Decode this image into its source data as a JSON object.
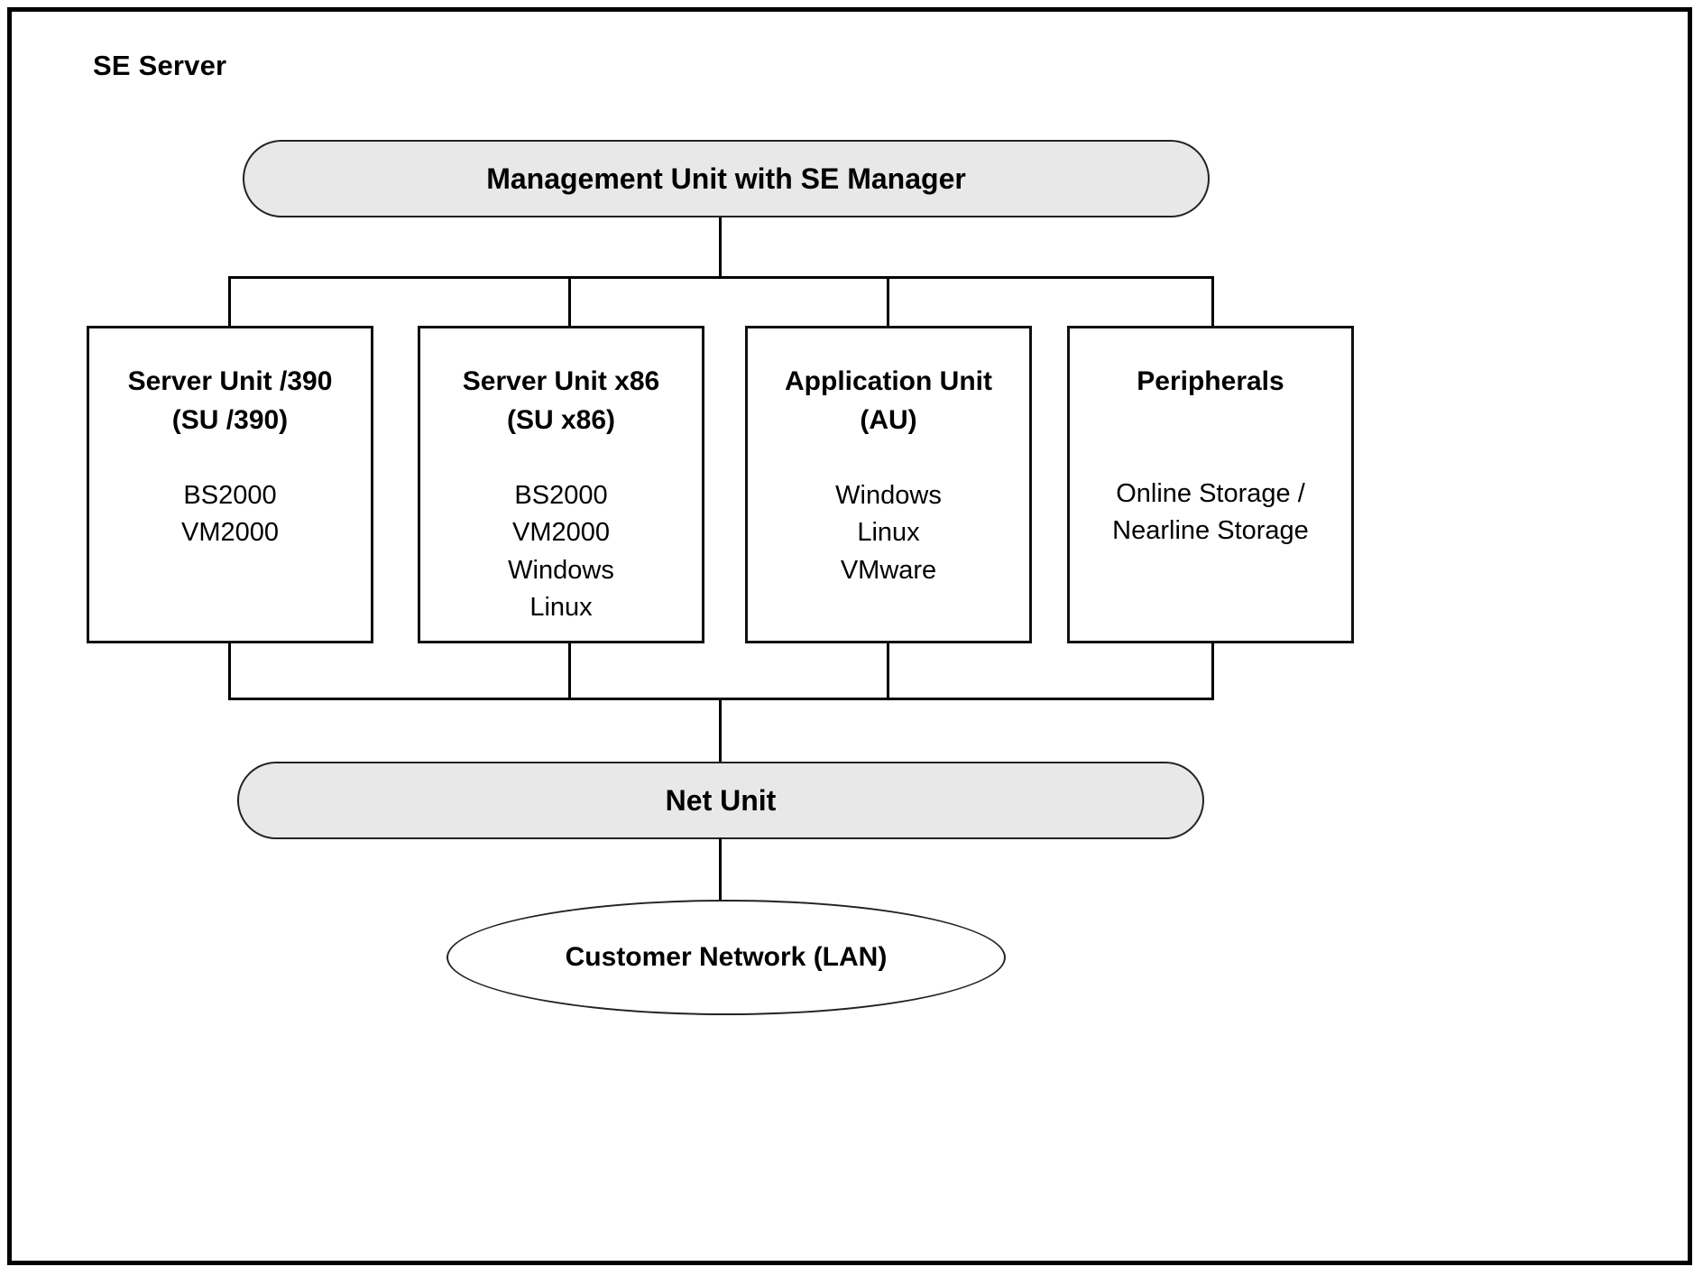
{
  "diagram": {
    "title": "SE Server",
    "type": "block-diagram",
    "nodes": {
      "management_unit": {
        "label": "Management Unit with SE Manager",
        "shape": "rounded-rectangle"
      },
      "net_unit": {
        "label": "Net Unit",
        "shape": "rounded-rectangle"
      },
      "customer_network": {
        "label": "Customer Network (LAN)",
        "shape": "ellipse"
      }
    },
    "units": [
      {
        "id": "su390",
        "title_line1": "Server Unit /390",
        "title_line2": "(SU /390)",
        "items": [
          "BS2000",
          "VM2000"
        ]
      },
      {
        "id": "sux86",
        "title_line1": "Server Unit x86",
        "title_line2": "(SU x86)",
        "items": [
          "BS2000",
          "VM2000",
          "Windows",
          "Linux"
        ]
      },
      {
        "id": "au",
        "title_line1": "Application Unit",
        "title_line2": "(AU)",
        "items": [
          "Windows",
          "Linux",
          "VMware"
        ]
      },
      {
        "id": "peripherals",
        "title_line1": "Peripherals",
        "title_line2": "",
        "items": [
          "Online Storage /",
          "Nearline Storage"
        ]
      }
    ],
    "colors": {
      "pill_fill": "#e8e8e8",
      "line": "#000000",
      "box_fill": "#ffffff",
      "border": "#111111",
      "text": "#000000"
    }
  }
}
